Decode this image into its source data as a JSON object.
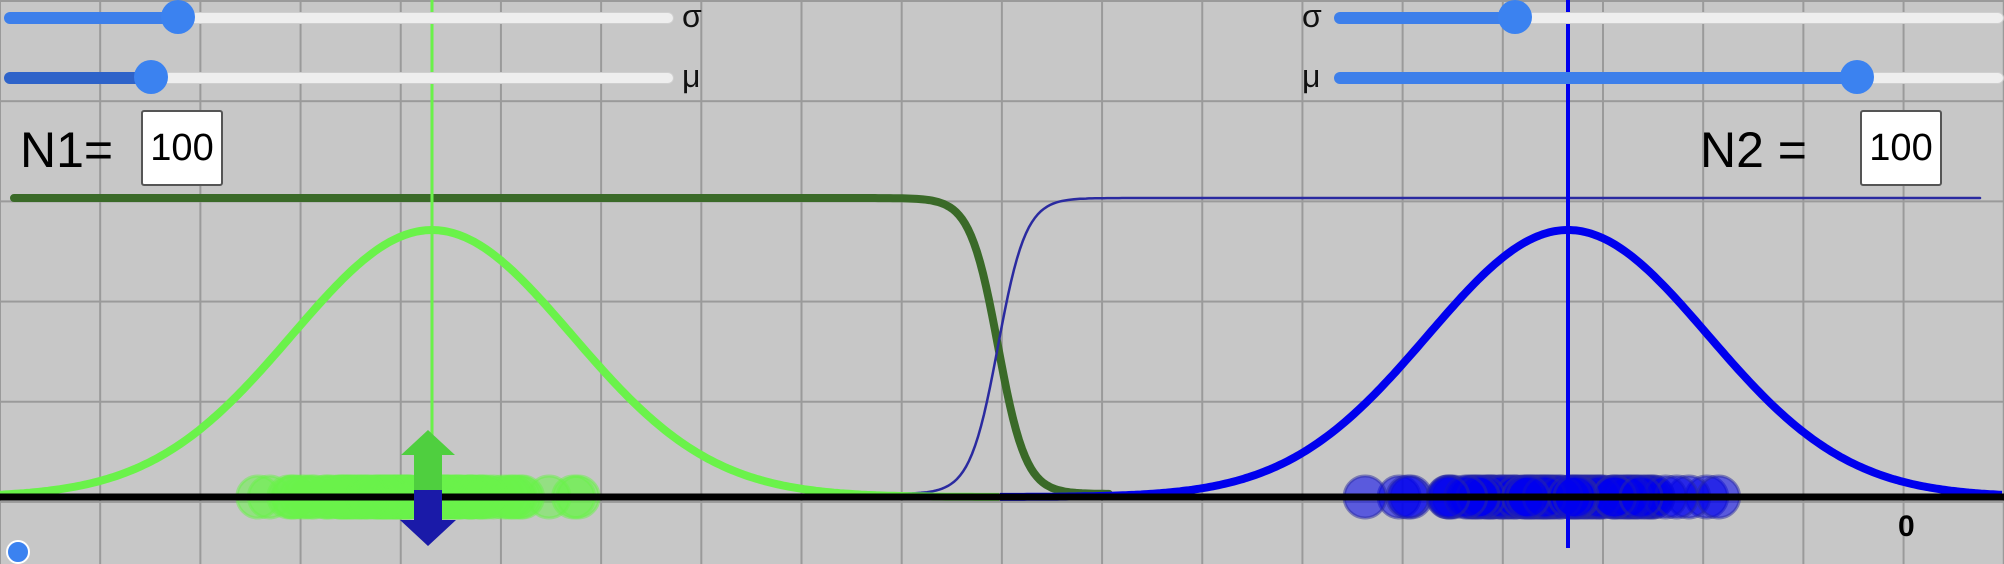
{
  "controls": {
    "sigma_left": {
      "label": "σ",
      "value": 0.26
    },
    "mu_left": {
      "label": "μ",
      "value": 0.22
    },
    "sigma_right": {
      "label": "σ",
      "value": 0.27
    },
    "mu_right": {
      "label": "μ",
      "value": 0.78
    }
  },
  "inputs": {
    "n1": {
      "label": "N1=",
      "value": "100"
    },
    "n2": {
      "label": "N2 =",
      "value": "100"
    }
  },
  "axis": {
    "zero_label": "0"
  },
  "colors": {
    "group1_curve": "#6af24a",
    "group1_logistic": "#3a6a28",
    "group2_curve": "#0000ee",
    "group2_logistic": "#2a2aa0",
    "arrow_up": "#4fcf3f",
    "arrow_down": "#1a1aa8",
    "axis": "#000000"
  }
}
